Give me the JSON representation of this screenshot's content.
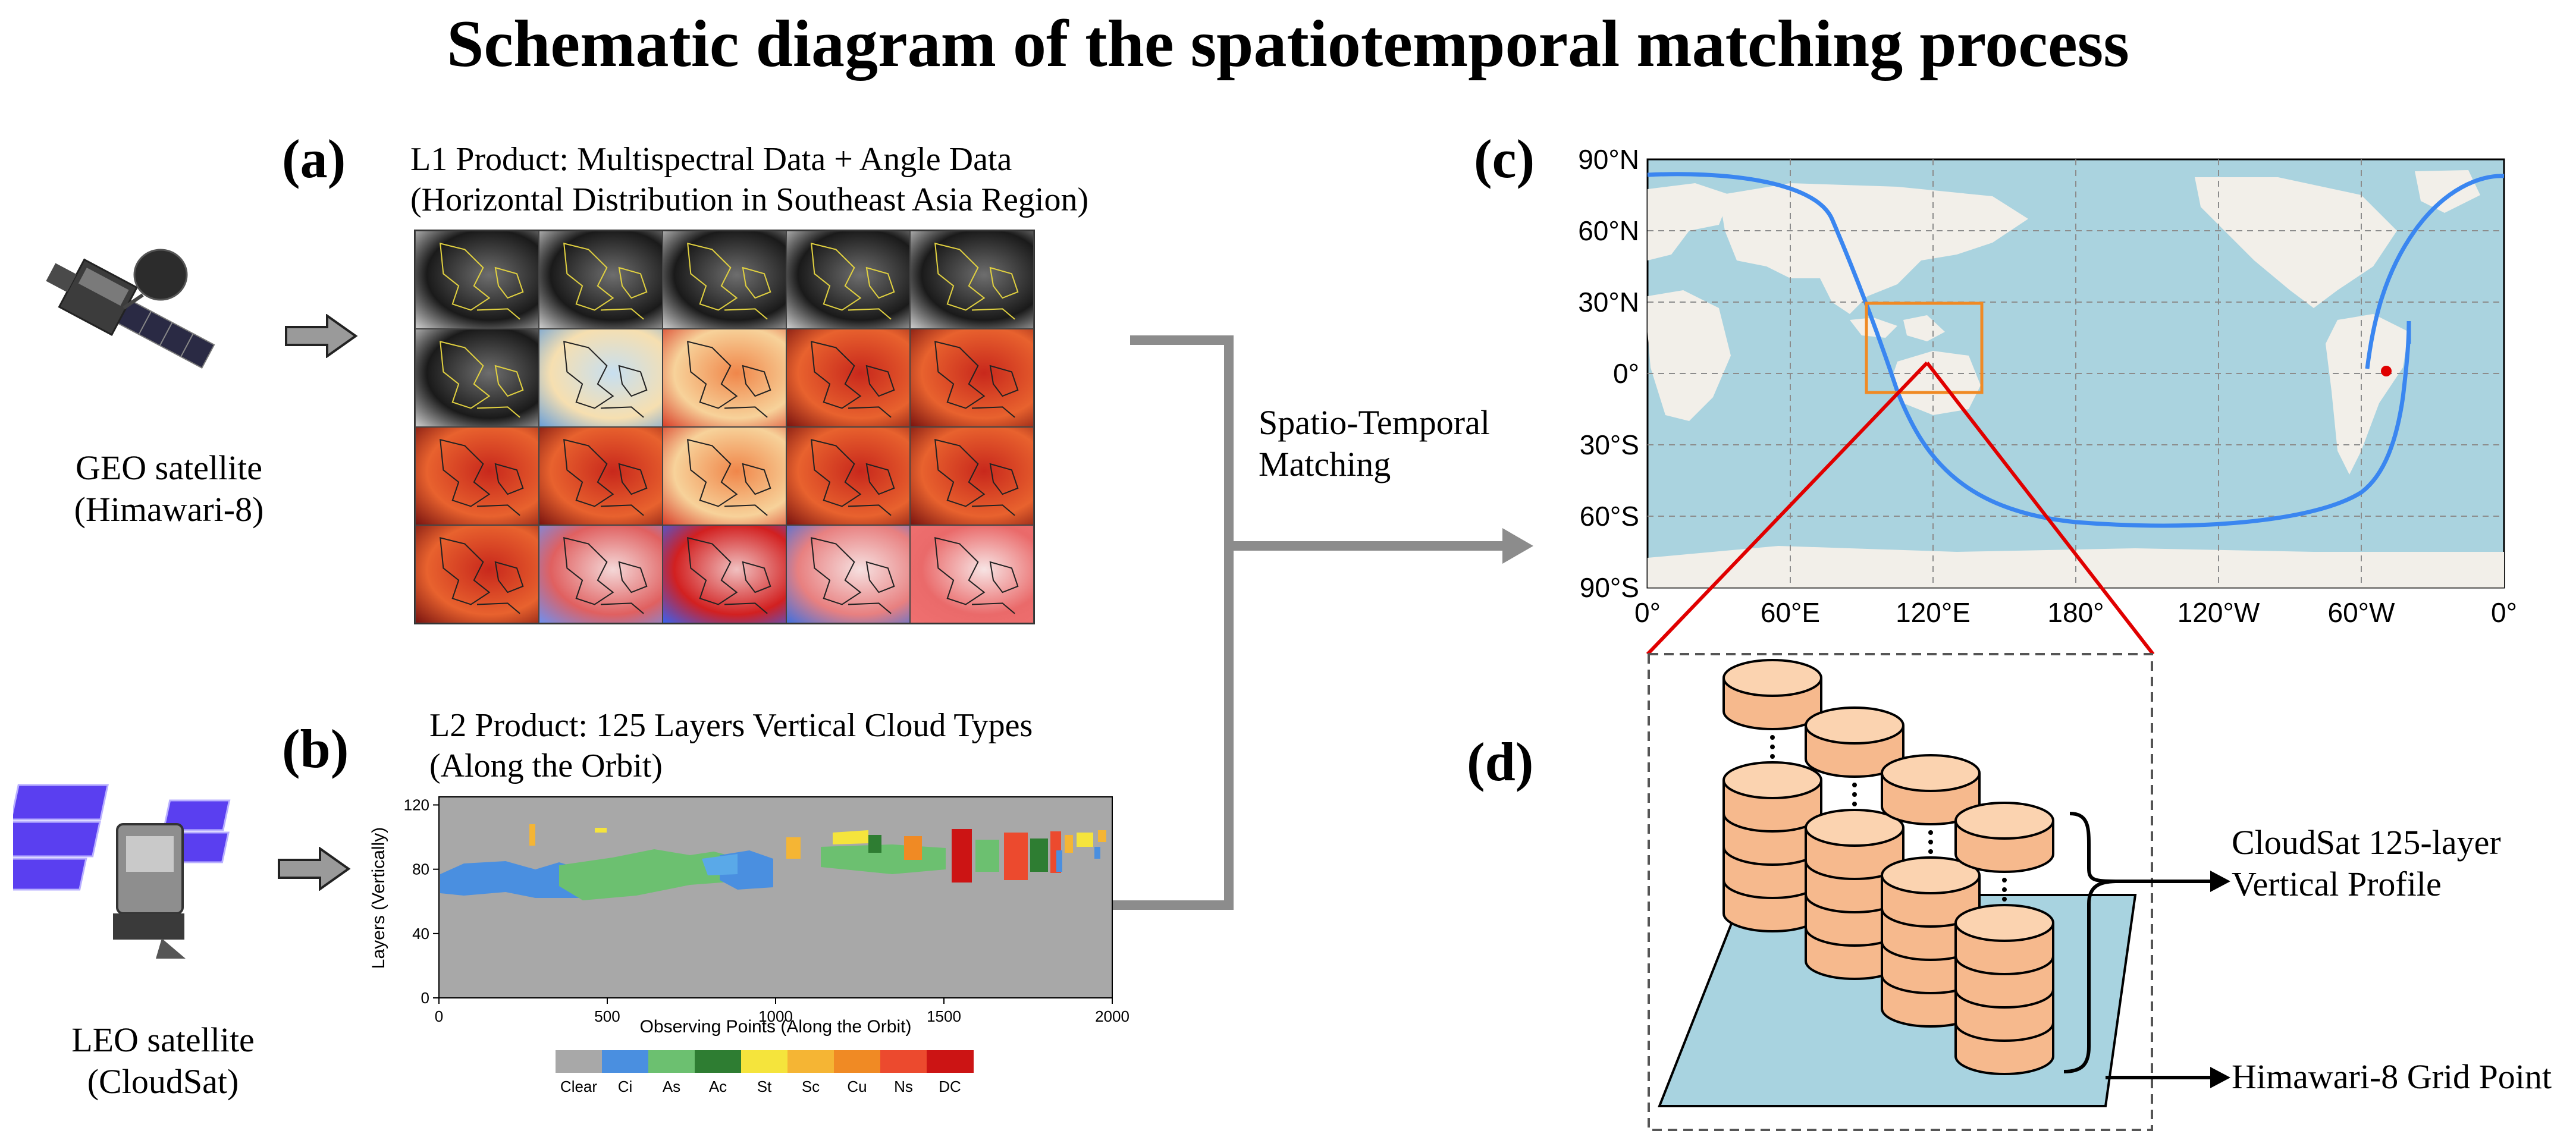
{
  "title": "Schematic diagram of the spatiotemporal matching process",
  "panel_labels": {
    "a": "(a)",
    "b": "(b)",
    "c": "(c)",
    "d": "(d)"
  },
  "satellites": {
    "geo": {
      "line1": "GEO satellite",
      "line2": "(Himawari-8)"
    },
    "leo": {
      "line1": "LEO satellite",
      "line2": "(CloudSat)"
    }
  },
  "panel_a": {
    "line1": "L1 Product: Multispectral Data + Angle Data",
    "line2": "(Horizontal Distribution in Southeast Asia Region)",
    "tile_styles": [
      "gray",
      "gray",
      "gray",
      "gray",
      "gray",
      "gray",
      "pale",
      "orange",
      "red",
      "red",
      "red",
      "red",
      "orange",
      "red",
      "red",
      "red",
      "rb1",
      "rb2",
      "rb3",
      "rb4"
    ]
  },
  "matching": {
    "line1": "Spatio-Temporal",
    "line2": "Matching"
  },
  "panel_b": {
    "line1": "L2 Product: 125 Layers Vertical Cloud Types",
    "line2": "(Along the Orbit)",
    "xlabel": "Observing Points (Along the Orbit)",
    "ylabel": "Layers (Vertically)",
    "x_ticks": [
      "0",
      "500",
      "1000",
      "1500",
      "2000"
    ],
    "y_ticks": [
      "0",
      "40",
      "80",
      "120"
    ],
    "colorbar": [
      {
        "label": "Clear",
        "color": "#a8a8a8"
      },
      {
        "label": "Ci",
        "color": "#4a8fe0"
      },
      {
        "label": "As",
        "color": "#6cc070"
      },
      {
        "label": "Ac",
        "color": "#2e7d32"
      },
      {
        "label": "St",
        "color": "#f5e43c"
      },
      {
        "label": "Sc",
        "color": "#f5b534"
      },
      {
        "label": "Cu",
        "color": "#f08a24"
      },
      {
        "label": "Ns",
        "color": "#ec4a2e"
      },
      {
        "label": "DC",
        "color": "#cc1414"
      }
    ]
  },
  "panel_c": {
    "lat_labels": [
      "90°N",
      "60°N",
      "30°N",
      "0°",
      "30°S",
      "60°S",
      "90°S"
    ],
    "lon_labels": [
      "0°",
      "60°E",
      "120°E",
      "180°",
      "120°W",
      "60°W",
      "0°"
    ]
  },
  "panel_d": {
    "label_profile_1": "CloudSat 125-layer",
    "label_profile_2": "Vertical Profile",
    "label_grid": "Himawari-8 Grid Point"
  },
  "colors": {
    "arrow_gray": "#8c8c8c",
    "ocean": "#aad3df",
    "land": "#f2efe9",
    "track": "#3a86f0",
    "red": "#e00000",
    "cyl_fill": "#f6b98d",
    "cyl_top": "#fbd3b0",
    "plate": "#a8d3e0"
  }
}
